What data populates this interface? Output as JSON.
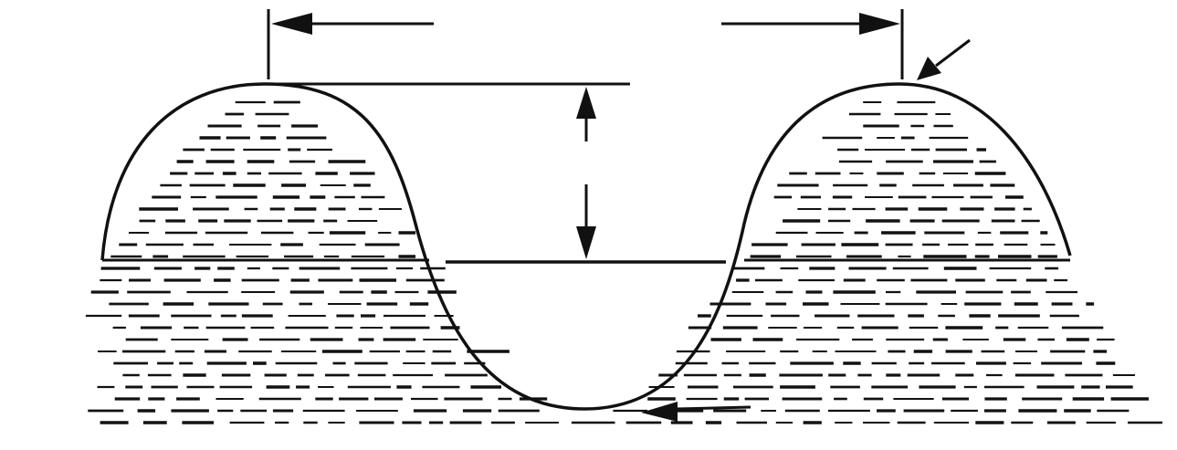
{
  "diagram": {
    "kind": "water-wave-schematic",
    "labels": [],
    "colors": {
      "ink": "#111111",
      "background": "#ffffff"
    },
    "parts": [
      "wavelength-dimension",
      "wave-height-dimension",
      "crest-pointer-arrow",
      "trough-pointer-arrow",
      "wave-profile",
      "water-hatching"
    ]
  }
}
